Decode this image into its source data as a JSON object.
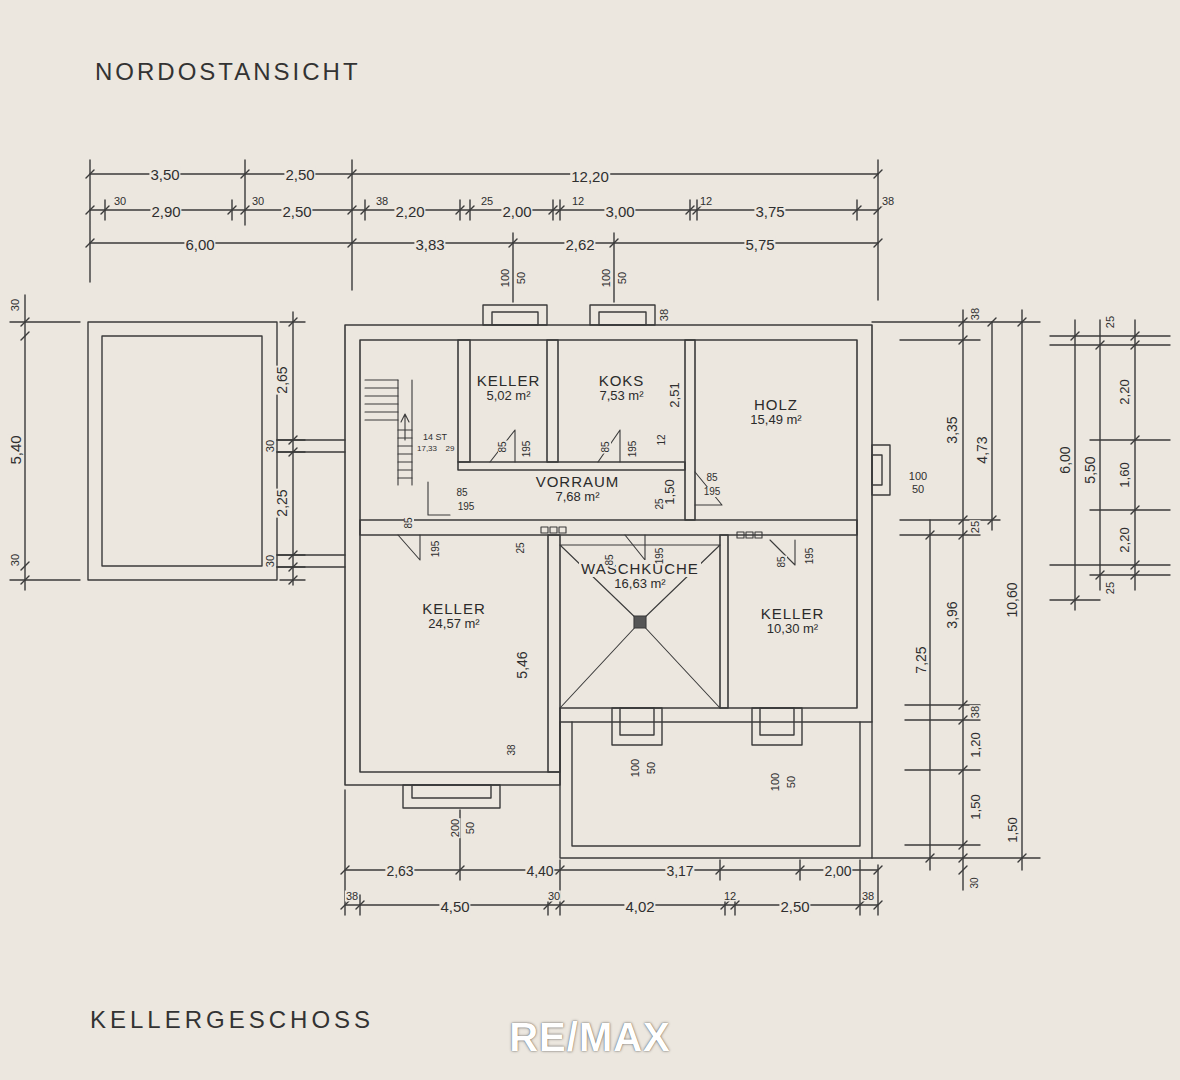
{
  "diagram": {
    "title": "NORDOSTANSICHT",
    "caption": "KELLERGESCHOSS",
    "nodes": [
      {
        "text": [
          "KELLER",
          "5,02 m²"
        ]
      },
      {
        "text": [
          "KOKS",
          "7,53 m²"
        ]
      },
      {
        "text": [
          "HOLZ",
          "15,49 m²"
        ]
      },
      {
        "text": [
          "VORRAUM",
          "7,68 m²"
        ]
      },
      {
        "text": [
          "KELLER",
          "24,57 m²"
        ]
      },
      {
        "text": [
          "WASCHKÜCHE",
          "16,63 m²"
        ]
      },
      {
        "text": [
          "KELLER",
          "10,30 m²"
        ]
      }
    ],
    "labels": [
      "3,50",
      "2,50",
      "12,20",
      "30",
      "2,90",
      "30",
      "2,50",
      "38",
      "2,20",
      "25",
      "2,00",
      "12",
      "3,00",
      "12",
      "3,75",
      "38",
      "6,00",
      "3,83",
      "2,62",
      "5,75",
      "100",
      "50",
      "100",
      "50",
      "38",
      "30",
      "5,40",
      "30",
      "2,65",
      "30",
      "2,25",
      "30",
      "14 ST",
      "17,33",
      "29",
      "85",
      "195",
      "85",
      "195",
      "85",
      "195",
      "12",
      "2,51",
      "1,50",
      "85",
      "195",
      "85",
      "195",
      "25",
      "85",
      "195",
      "25",
      "85",
      "195",
      "5,46",
      "38",
      "200",
      "50",
      "100",
      "50",
      "100",
      "50",
      "100",
      "50",
      "38",
      "3,35",
      "4,73",
      "25",
      "3,96",
      "7,25",
      "38",
      "1,50",
      "1,20",
      "30",
      "10,60",
      "1,50",
      "25",
      "2,20",
      "6,00",
      "5,50",
      "1,60",
      "2,20",
      "25",
      "2,63",
      "4,40",
      "3,17",
      "2,00",
      "38",
      "4,50",
      "30",
      "4,02",
      "12",
      "2,50",
      "38",
      "RE/MAX"
    ]
  }
}
